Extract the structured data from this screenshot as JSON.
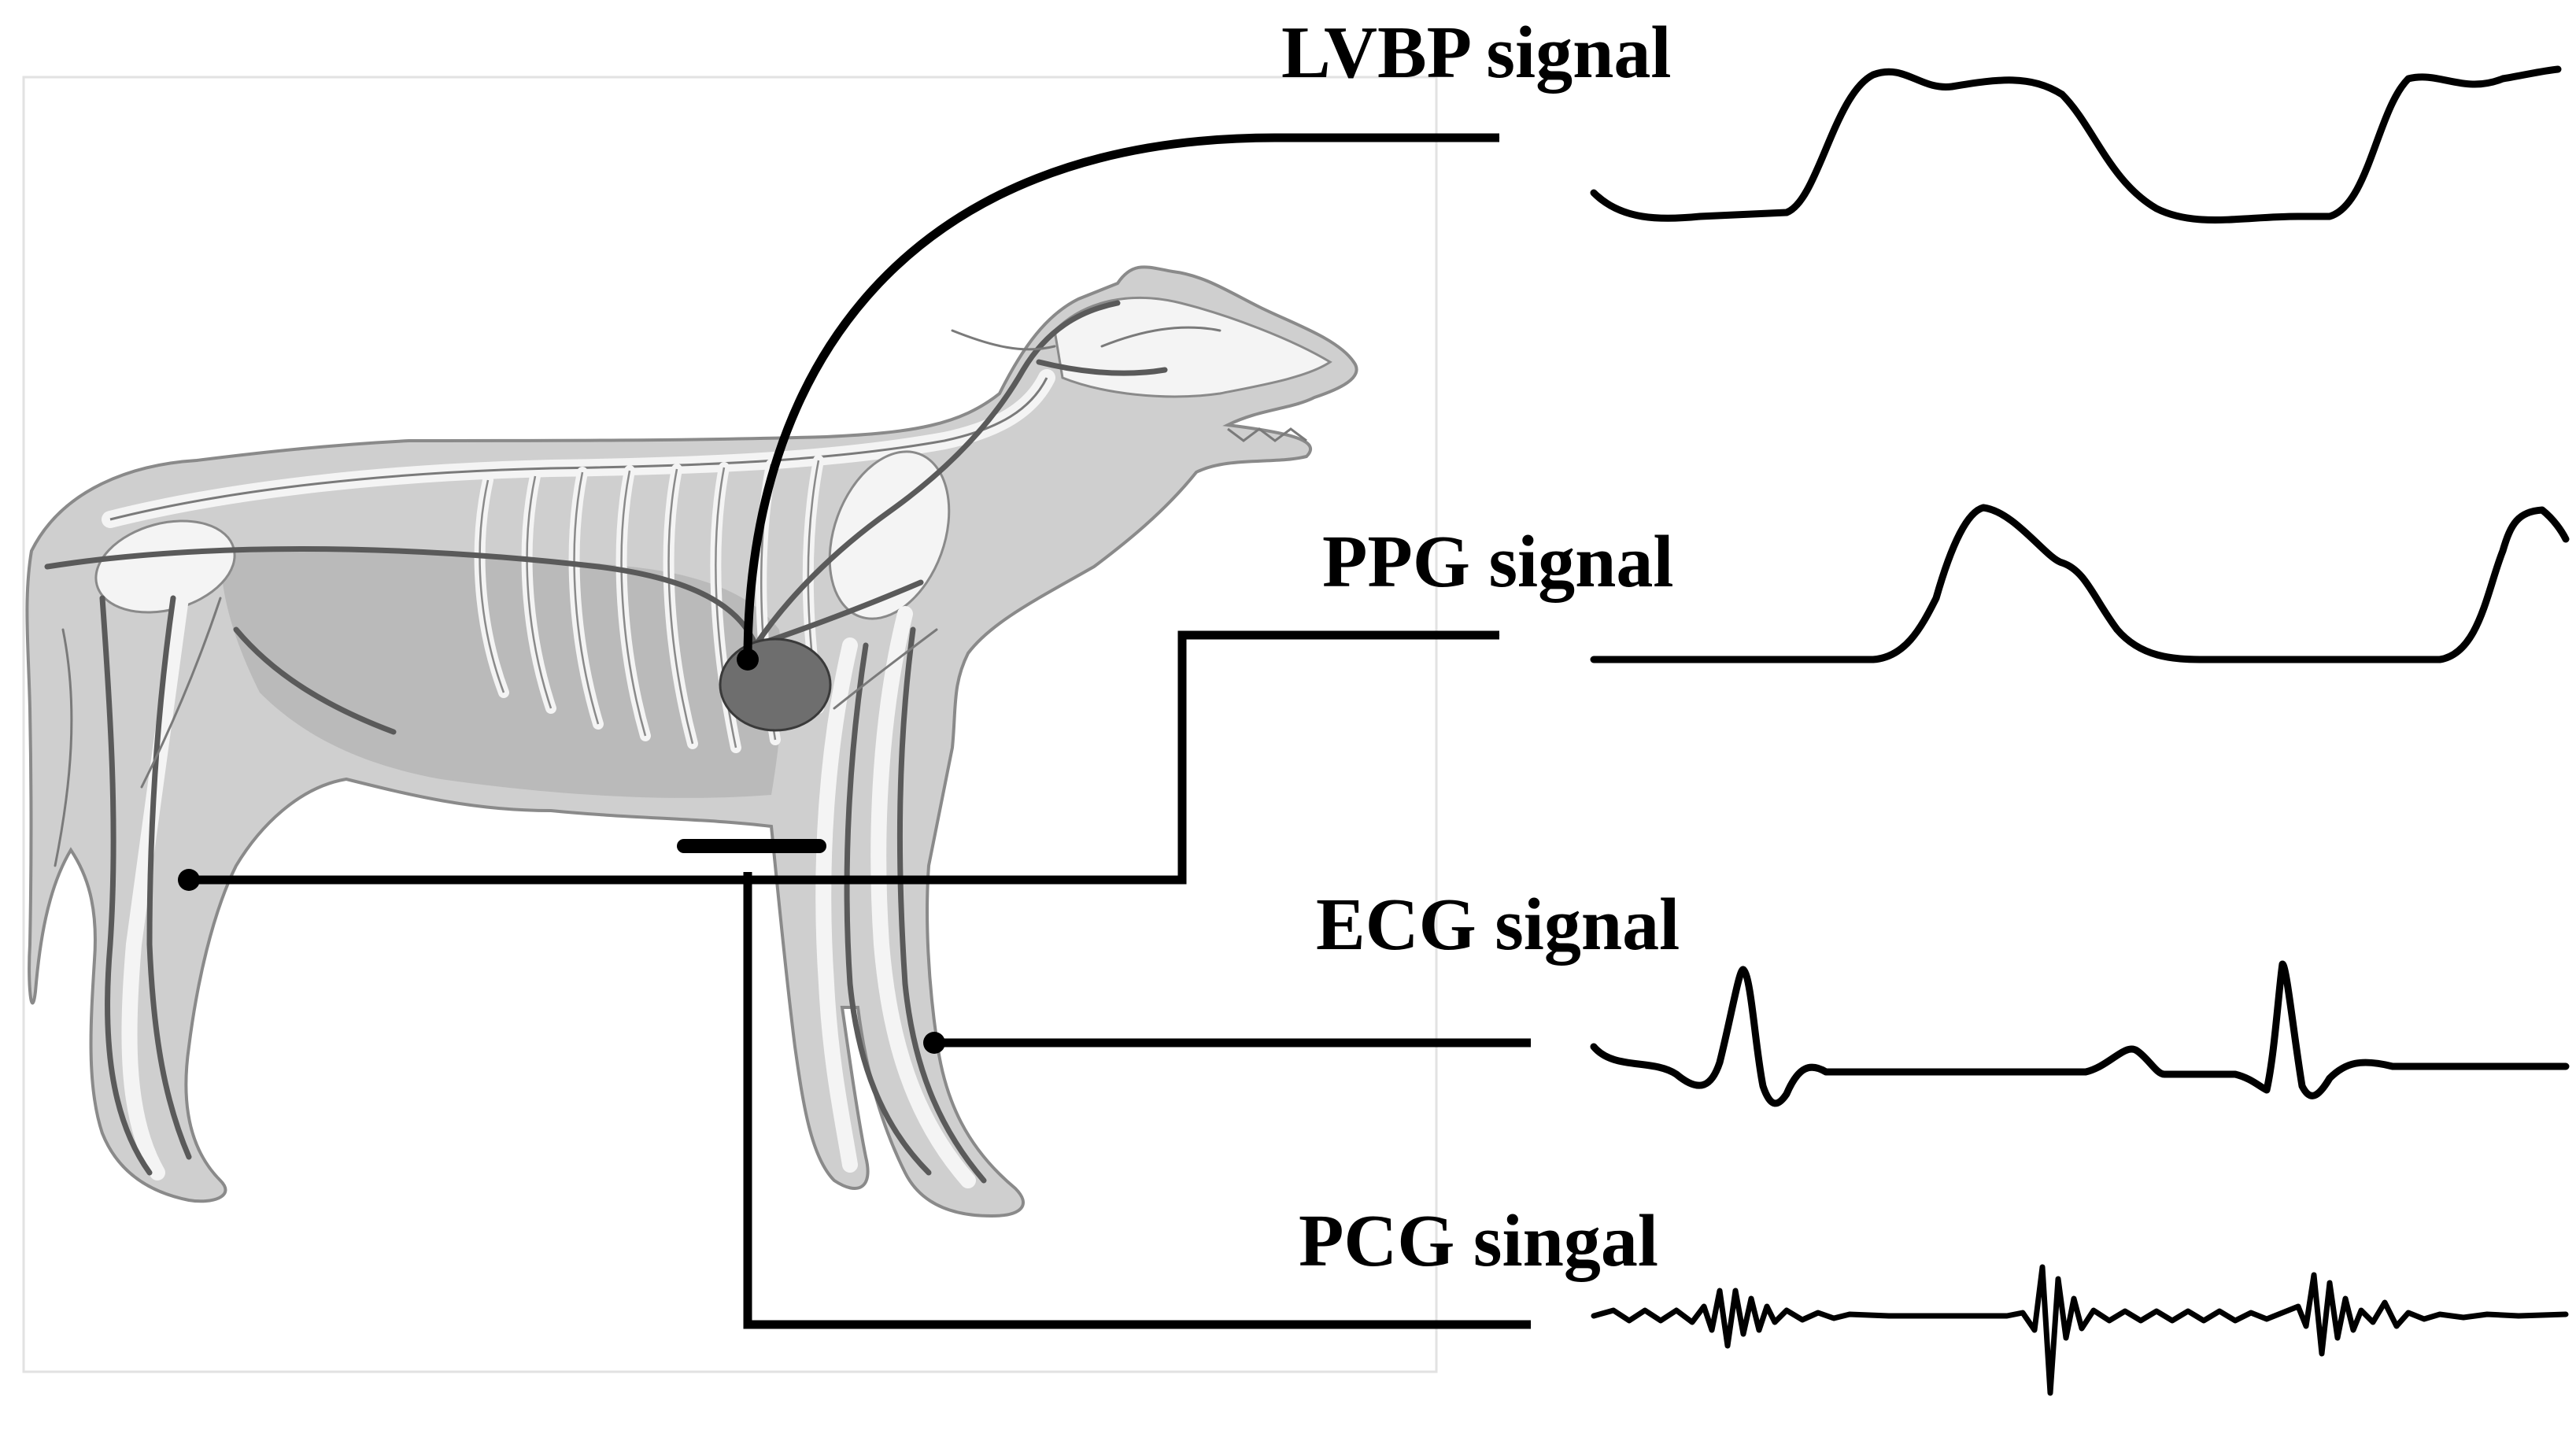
{
  "signals": {
    "lvbp": {
      "label": "LVBP signal"
    },
    "ppg": {
      "label": "PPG signal"
    },
    "ecg": {
      "label": "ECG signal"
    },
    "pcg": {
      "label": "PCG singal"
    }
  },
  "colors": {
    "line": "#000000",
    "body_fill": "#cfcfcf",
    "body_shade": "#a9a9a9",
    "bone": "#f4f4f4",
    "vessel": "#5a5a5a",
    "heart": "#6e6e6e",
    "frame": "#e2e2e2"
  }
}
